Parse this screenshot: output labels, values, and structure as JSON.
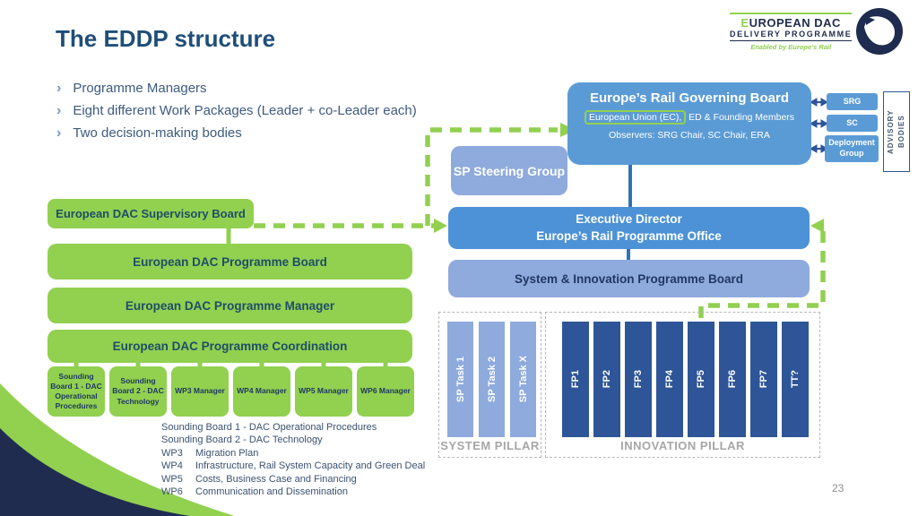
{
  "slide": {
    "title": "The EDDP structure",
    "bullet_glyph": "›",
    "bullets": [
      "Programme Managers",
      "Eight different Work Packages (Leader + co-Leader each)",
      "Two decision-making bodies"
    ],
    "page_number": "23"
  },
  "logo": {
    "name_first_letter": "E",
    "name_rest": "UROPEAN DAC",
    "line2": "DELIVERY PROGRAMME",
    "tagline": "Enabled by Europe’s Rail"
  },
  "governing_board": {
    "title": "Europe’s Rail Governing Board",
    "members_boxed": "European Union (EC),",
    "members_rest": " ED & Founding Members",
    "observers": "Observers: SRG Chair, SC Chair, ERA"
  },
  "advisory": {
    "srg": "SRG",
    "sc": "SC",
    "deployment": "Deployment Group",
    "label": "ADVISORY BODIES"
  },
  "middle": {
    "sp_steering": "SP Steering Group",
    "exec_line1": "Executive Director",
    "exec_line2": "Europe’s Rail Programme Office",
    "sys_innov": "System & Innovation Programme Board"
  },
  "green_stack": {
    "supervisory": "European DAC Supervisory Board",
    "programme_board": "European DAC Programme Board",
    "programme_manager": "European DAC Programme Manager",
    "programme_coordination": "European DAC Programme Coordination",
    "sub_boxes": [
      "Sounding Board 1 - DAC Operational Procedures",
      "Sounding Board 2 - DAC Technology",
      "WP3 Manager",
      "WP4 Manager",
      "WP5 Manager",
      "WP6 Manager"
    ]
  },
  "legend": [
    {
      "code": "",
      "text": "Sounding Board 1 - DAC Operational Procedures"
    },
    {
      "code": "",
      "text": "Sounding Board 2 - DAC Technology"
    },
    {
      "code": "WP3",
      "text": "Migration Plan"
    },
    {
      "code": "WP4",
      "text": "Infrastructure, Rail System Capacity and Green Deal"
    },
    {
      "code": "WP5",
      "text": "Costs, Business Case and Financing"
    },
    {
      "code": "WP6",
      "text": "Communication and Dissemination"
    }
  ],
  "pillars": {
    "system": {
      "label": "SYSTEM PILLAR",
      "columns": [
        "SP Task 1",
        "SP Task 2",
        "SP Task X"
      ]
    },
    "innovation": {
      "label": "INNOVATION PILLAR",
      "columns": [
        "FP1",
        "FP2",
        "FP3",
        "FP4",
        "FP5",
        "FP6",
        "FP7",
        "TT?"
      ]
    }
  },
  "colors": {
    "green": "#92D050",
    "mid_blue": "#5B9BD5",
    "exec_blue": "#4D92D6",
    "periwinkle": "#8FAADC",
    "pillar_dark_blue": "#2E5597",
    "navy_text": "#1F3864",
    "title_blue": "#1F4E79",
    "logo_navy": "#1F2C4F",
    "connector_blue": "#2E74B5"
  }
}
